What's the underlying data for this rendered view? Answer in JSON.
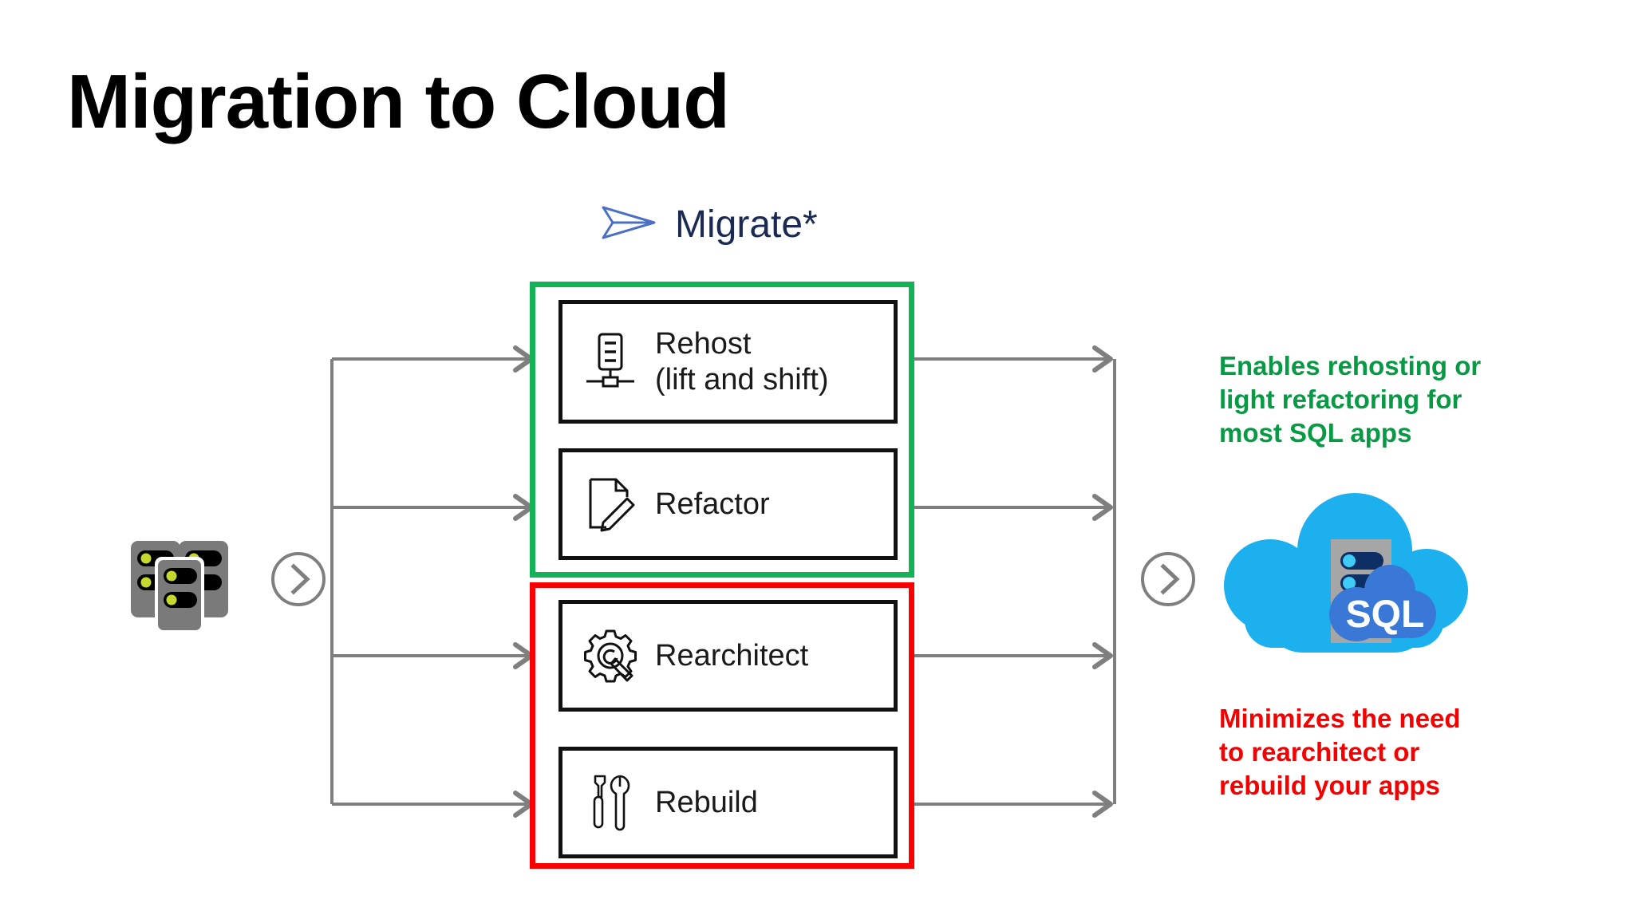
{
  "slide": {
    "title": "Migration to Cloud",
    "background_color": "#ffffff"
  },
  "migrate_header": {
    "label": "Migrate*",
    "icon": "paper-plane-icon",
    "text_color": "#1b2a52",
    "icon_color": "#4a6fc4"
  },
  "source": {
    "icon": "server-stack-icon",
    "server_body_color": "#7a7a7a",
    "server_bar_color": "#000000",
    "server_led_color": "#c4d82e"
  },
  "flow": {
    "chevron_left": "chevron-right-circle-icon",
    "chevron_right": "chevron-right-circle-icon",
    "connector_color": "#7f7f7f"
  },
  "groups": [
    {
      "name": "green-group",
      "outline_color": "#14b257",
      "options": [
        {
          "key": "rehost",
          "label": "Rehost\n(lift and shift)",
          "icon": "server-unit-icon"
        },
        {
          "key": "refactor",
          "label": "Refactor",
          "icon": "document-pencil-icon"
        }
      ]
    },
    {
      "name": "red-group",
      "outline_color": "#fa0000",
      "options": [
        {
          "key": "rearchitect",
          "label": "Rearchitect",
          "icon": "gear-wrench-icon"
        },
        {
          "key": "rebuild",
          "label": "Rebuild",
          "icon": "screwdriver-wrench-icon"
        }
      ]
    }
  ],
  "callouts": {
    "green": {
      "text": "Enables rehosting or\nlight refactoring for\nmost SQL apps",
      "color": "#069a45"
    },
    "red": {
      "text": "Minimizes the need\nto rearchitect or\nrebuild your apps",
      "color": "#f50000"
    }
  },
  "target": {
    "icon": "sql-cloud-icon",
    "badge_label": "SQL",
    "cloud_color": "#1cb0ef",
    "badge_color": "#3a78d8",
    "server_color": "#a6a6a6",
    "server_bar_color": "#0d2f66",
    "server_led_color": "#3ecbf5"
  }
}
